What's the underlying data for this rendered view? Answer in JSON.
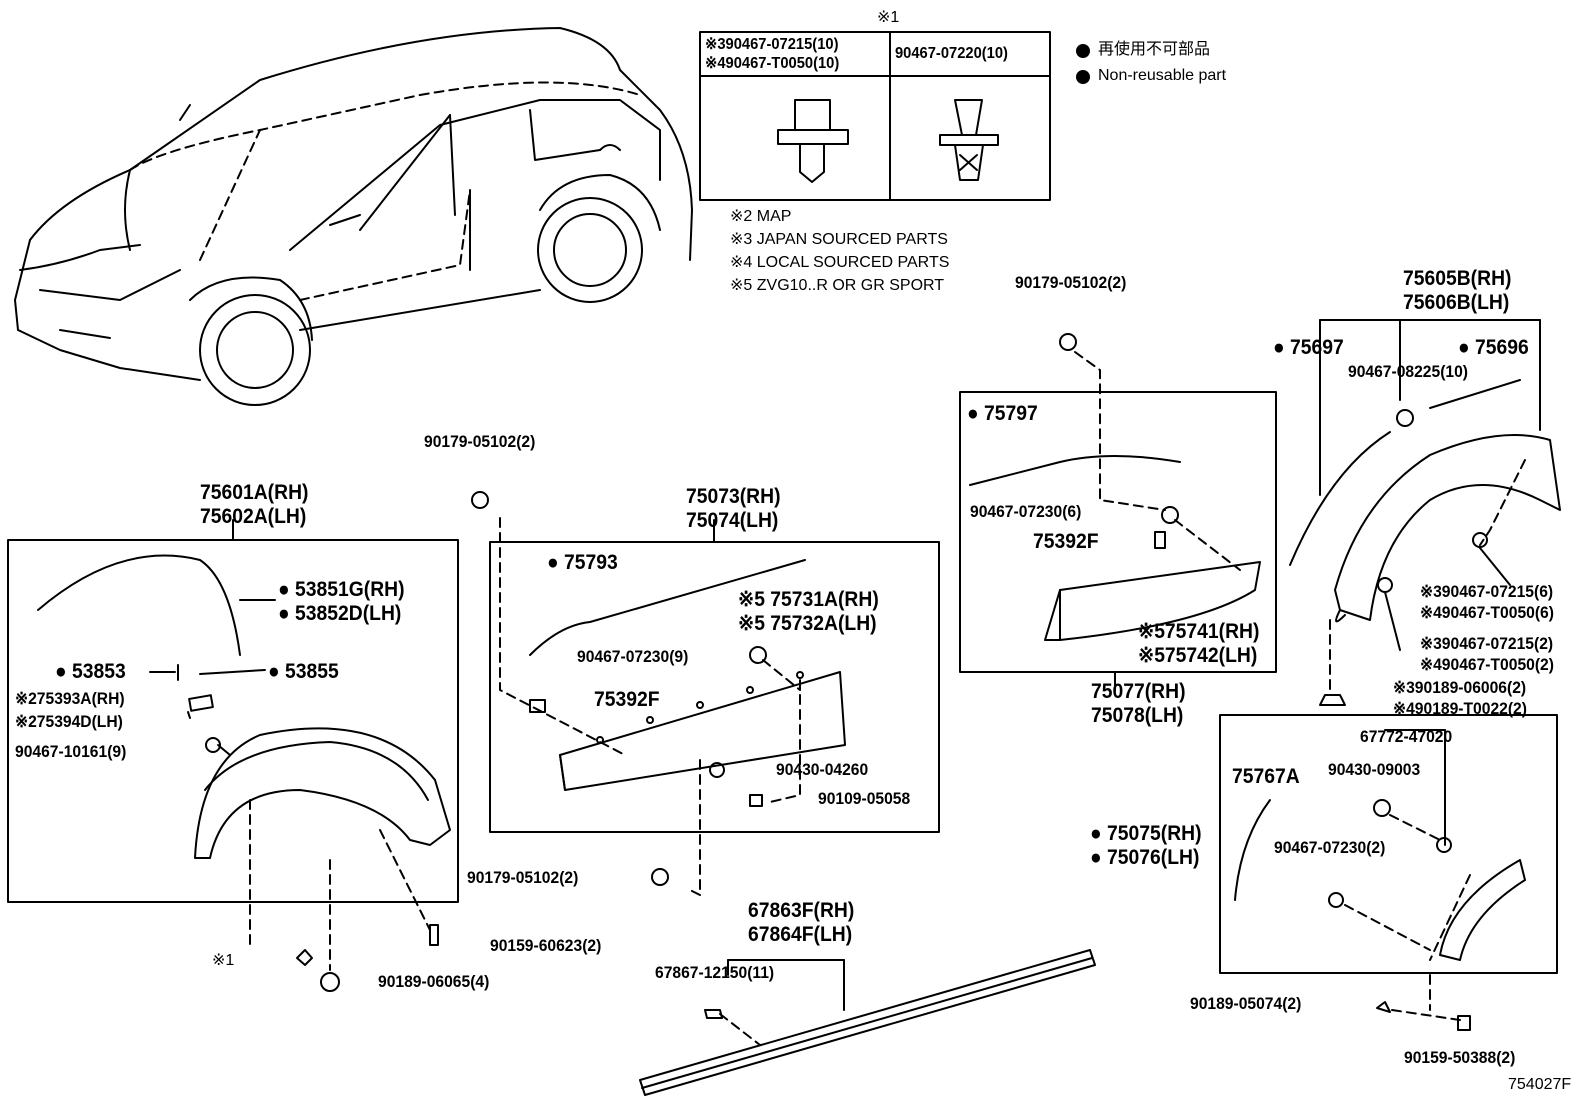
{
  "diagram": {
    "ref_code": "754027F",
    "legend": {
      "bullet_jp": "再使用不可部品",
      "bullet_en": "Non-reusable part"
    },
    "notes": {
      "n1": "※1",
      "n2": "※2 MAP",
      "n3": "※3 JAPAN SOURCED PARTS",
      "n4": "※4 LOCAL SOURCED PARTS",
      "n5": "※5 ZVG10..R OR GR SPORT"
    },
    "clip_table": {
      "col1_line1": "※390467-07215(10)",
      "col1_line2": "※490467-T0050(10)",
      "col2": "90467-07220(10)"
    },
    "front_group": {
      "title_rh": "75601A(RH)",
      "title_lh": "75602A(LH)",
      "p53851": "53851G(RH)",
      "p53852": "53852D(LH)",
      "p53853": "53853",
      "p53855": "53855",
      "p75393": "※275393A(RH)",
      "p75394": "※275394D(LH)",
      "clip": "90467-10161(9)",
      "note1": "※1",
      "bolt": "90159-60623(2)",
      "nut": "90189-06065(4)"
    },
    "rocker_group": {
      "top_nut": "90179-05102(2)",
      "title_rh": "75073(RH)",
      "title_lh": "75074(LH)",
      "p75793": "75793",
      "p75731": "※5 75731A(RH)",
      "p75732": "※5 75732A(LH)",
      "clip": "90467-07230(9)",
      "retainer": "75392F",
      "washer": "90430-04260",
      "screw": "90109-05058",
      "bottom_nut": "90179-05102(2)"
    },
    "door_group": {
      "top_nut": "90179-05102(2)",
      "p75797": "75797",
      "clip": "90467-07230(6)",
      "retainer": "75392F",
      "p75741": "※575741(RH)",
      "p75742": "※575742(LH)",
      "title_rh": "75077(RH)",
      "title_lh": "75078(LH)"
    },
    "rear_group": {
      "title_rh": "75605B(RH)",
      "title_lh": "75606B(LH)",
      "p75697": "75697",
      "p75696": "75696",
      "clip_top": "90467-08225(10)",
      "clip_a1": "※390467-07215(6)",
      "clip_a2": "※490467-T0050(6)",
      "clip_b1": "※390467-07215(2)",
      "clip_b2": "※490467-T0050(2)",
      "nut_1": "※390189-06006(2)",
      "nut_2": "※490189-T0022(2)"
    },
    "lower_rear_group": {
      "p67772": "67772-47020",
      "washer": "90430-09003",
      "p75767": "75767A",
      "p75075": "75075(RH)",
      "p75076": "75076(LH)",
      "clip": "90467-07230(2)",
      "nut": "90189-05074(2)",
      "bolt": "90159-50388(2)"
    },
    "rocker_strip": {
      "title_rh": "67863F(RH)",
      "title_lh": "67864F(LH)",
      "clip": "67867-12150(11)"
    }
  }
}
